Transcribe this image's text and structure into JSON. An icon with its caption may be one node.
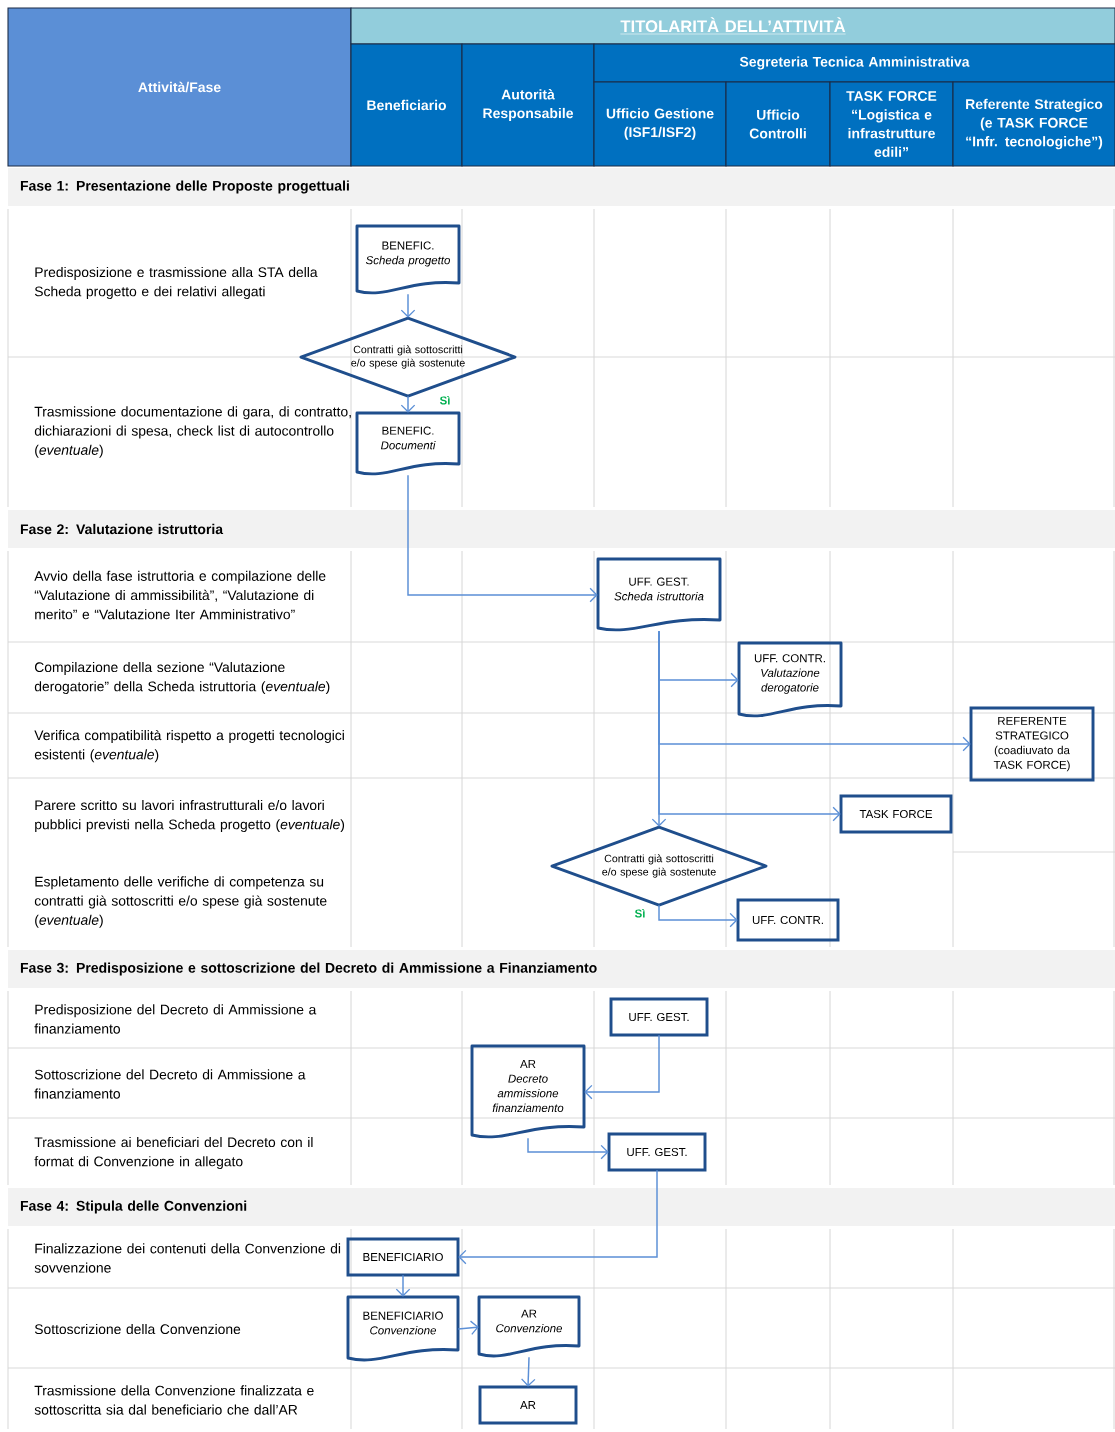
{
  "diagram": {
    "nodes": [
      {
        "text": [
          "Attività/Fase"
        ]
      },
      {
        "text": [
          "TITOLARITÀ DELL’ATTIVITÀ"
        ]
      },
      {
        "text": [
          "Beneficiario"
        ]
      },
      {
        "text": [
          "Autorità Responsabile"
        ]
      },
      {
        "text": [
          "Segreteria Tecnica Amministrativa"
        ]
      },
      {
        "text": [
          "Ufficio Gestione (ISF1/ISF2)"
        ]
      },
      {
        "text": [
          "Ufficio Controlli"
        ]
      },
      {
        "text": [
          "TASK FORCE “Logistica e infrastrutture edili”"
        ]
      },
      {
        "text": [
          "Referente Strategico (e TASK FORCE “Infr. tecnologiche”)"
        ]
      },
      {
        "text": [
          "BENEFIC.",
          "Scheda progetto"
        ]
      },
      {
        "text": [
          "Contratti già sottoscritti e/o spese già sostenute"
        ]
      },
      {
        "text": [
          "BENEFIC.",
          "Documenti"
        ]
      },
      {
        "text": [
          "UFF. GEST.",
          "Scheda istruttoria"
        ]
      },
      {
        "text": [
          "UFF. CONTR.",
          "Valutazione derogatorie"
        ]
      },
      {
        "text": [
          "REFERENTE STRATEGICO (coadiuvato da TASK FORCE)"
        ]
      },
      {
        "text": [
          "TASK FORCE"
        ]
      },
      {
        "text": [
          "Contratti già sottoscritti e/o spese già sostenute"
        ]
      },
      {
        "text": [
          "UFF. CONTR."
        ]
      },
      {
        "text": [
          "UFF. GEST."
        ]
      },
      {
        "text": [
          "AR",
          "Decreto ammissione finanziamento"
        ]
      },
      {
        "text": [
          "UFF. GEST."
        ]
      },
      {
        "text": [
          "BENEFICIARIO"
        ]
      },
      {
        "text": [
          "BENEFICIARIO",
          "Convenzione"
        ]
      },
      {
        "text": [
          "AR",
          "Convenzione"
        ]
      },
      {
        "text": [
          "AR"
        ]
      }
    ],
    "edges": [
      {
        "from": 9,
        "to": 10,
        "arrow": "to"
      },
      {
        "from": 10,
        "to": 11,
        "arrow": "to",
        "label": "Sì"
      },
      {
        "from": 11,
        "to": 12,
        "arrow": "to"
      },
      {
        "from": 12,
        "to": 13,
        "arrow": "to"
      },
      {
        "from": 12,
        "to": 14,
        "arrow": "to"
      },
      {
        "from": 12,
        "to": 15,
        "arrow": "to"
      },
      {
        "from": 12,
        "to": 16,
        "arrow": "to"
      },
      {
        "from": 16,
        "to": 17,
        "arrow": "to",
        "label": "Sì"
      },
      {
        "from": 18,
        "to": 19,
        "arrow": "to"
      },
      {
        "from": 19,
        "to": 20,
        "arrow": "to"
      },
      {
        "from": 20,
        "to": 21,
        "arrow": "to"
      },
      {
        "from": 21,
        "to": 22,
        "arrow": "to"
      },
      {
        "from": 22,
        "to": 23,
        "arrow": "to"
      },
      {
        "from": 23,
        "to": 24,
        "arrow": "to"
      }
    ],
    "labels": [
      "Fase 1: Presentazione delle Proposte progettuali",
      "Predisposizione e trasmissione alla STA della Scheda progetto e dei relativi allegati",
      "Trasmissione documentazione di gara, di contratto, dichiarazioni di spesa, check list di autocontrollo (*eventuale*)",
      "Fase 2: Valutazione istruttoria",
      "Avvio della fase istruttoria e compilazione delle “Valutazione di ammissibilità”, “Valutazione di merito” e “Valutazione Iter Amministrativo”",
      "Compilazione della sezione “Valutazione derogatorie” della Scheda istruttoria (*eventuale*)",
      "Verifica compatibilità rispetto a progetti tecnologici esistenti (*eventuale*)",
      "Parere scritto su lavori infrastrutturali e/o lavori pubblici previsti nella Scheda progetto (*eventuale*)",
      "Espletamento delle verifiche di competenza su contratti già sottoscritti e/o spese già sostenute (*eventuale*)",
      "Fase 3: Predisposizione e sottoscrizione del Decreto di Ammissione a Finanziamento",
      "Predisposizione del Decreto di Ammissione a finanziamento",
      "Sottoscrizione del Decreto di Ammissione a finanziamento",
      "Trasmissione ai beneficiari del Decreto con il format di Convenzione in allegato",
      "Fase 4: Stipula delle Convenzioni",
      "Finalizzazione dei contenuti della Convenzione di sovvenzione",
      "Sottoscrizione della Convenzione",
      "Trasmissione della Convenzione finalizzata e sottoscritta sia dal beneficiario che dall’AR"
    ]
  }
}
